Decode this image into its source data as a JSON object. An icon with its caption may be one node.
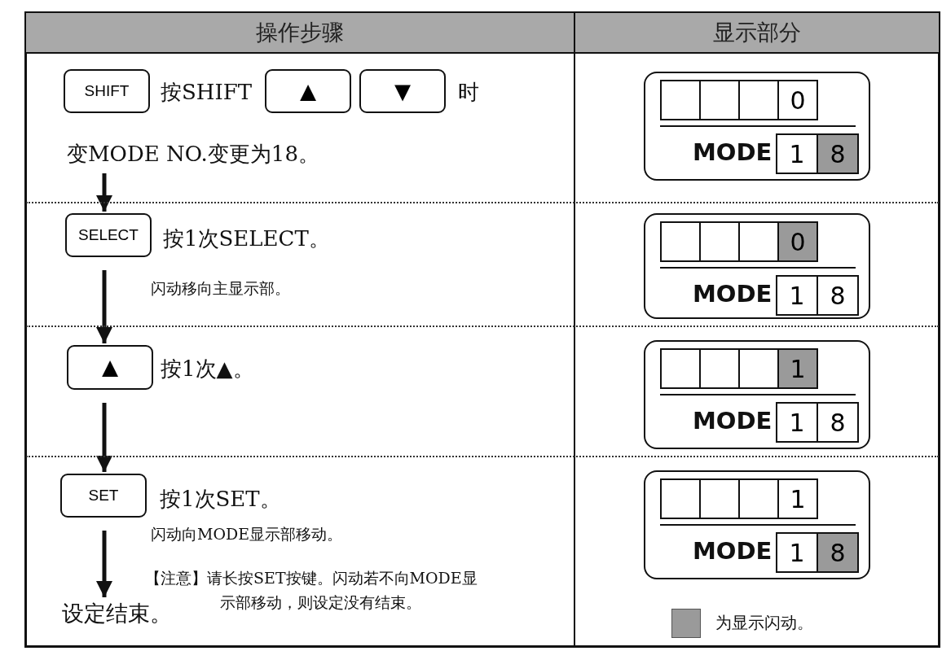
{
  "diagram": {
    "nodes": [
      {
        "text": [
          "操作步骤"
        ]
      },
      {
        "text": [
          "显示部分"
        ]
      },
      {
        "text": [
          "SHIFT"
        ]
      },
      {
        "text": [
          "▲"
        ]
      },
      {
        "text": [
          "▼"
        ]
      },
      {
        "text": [
          "变MODE NO.变更为18。"
        ]
      },
      {
        "text": [
          "0",
          "MODE",
          "1",
          "8"
        ]
      },
      {
        "text": [
          "SELECT"
        ]
      },
      {
        "text": [
          "0",
          "MODE",
          "1",
          "8"
        ]
      },
      {
        "text": [
          "▲"
        ]
      },
      {
        "text": [
          "1",
          "MODE",
          "1",
          "8"
        ]
      },
      {
        "text": [
          "SET"
        ]
      },
      {
        "text": [
          "1",
          "MODE",
          "1",
          "8"
        ]
      },
      {
        "text": [
          "设定结束。"
        ]
      }
    ],
    "edges": [
      {
        "from": 5,
        "to": 7,
        "arrow": "to"
      },
      {
        "from": 7,
        "to": 9,
        "arrow": "to"
      },
      {
        "from": 9,
        "to": 11,
        "arrow": "to"
      },
      {
        "from": 11,
        "to": 13,
        "arrow": "to"
      }
    ],
    "labels": [
      "按SHIFT",
      "时",
      "按1次SELECT。",
      "闪动移向主显示部。",
      "按1次▲。",
      "按1次SET。",
      "闪动向MODE显示部移动。",
      "【注意】请长按SET按键。闪动若不向MODE显示部移动，则设定没有结束。"
    ],
    "legend": [
      {
        "text": "为显示闪动。",
        "color": "#9a9a9a"
      }
    ]
  }
}
